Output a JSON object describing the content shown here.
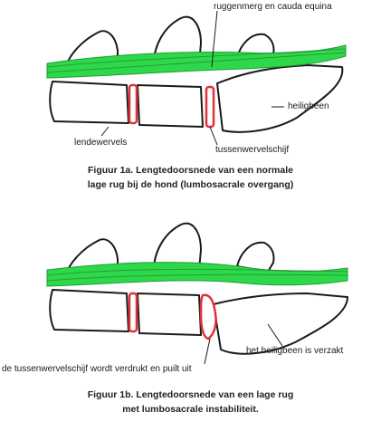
{
  "figure_1a": {
    "labels": {
      "spinal_cord": "ruggenmerg en cauda equina",
      "sacrum": "heiligbeen",
      "lumbar_vertebrae": "lendewervels",
      "disc": "tussenwervelschijf"
    },
    "caption_lines": [
      "Figuur 1a. Lengtedoorsnede van een normale",
      "lage rug bij de hond (lumbosacrale overgang)"
    ]
  },
  "figure_1b": {
    "labels": {
      "sacrum_displaced": "het heiligbeen is verzakt",
      "disc_bulging": "de tussenwervelschijf wordt verdrukt en puilt uit"
    },
    "caption_lines": [
      "Figuur 1b. Lengtedoorsnede van een lage rug",
      "met lumbosacrale instabiliteit."
    ]
  },
  "colors": {
    "spinal_cord": "#2ed84a",
    "disc": "#e0303a",
    "outline": "#1a1a1a"
  }
}
